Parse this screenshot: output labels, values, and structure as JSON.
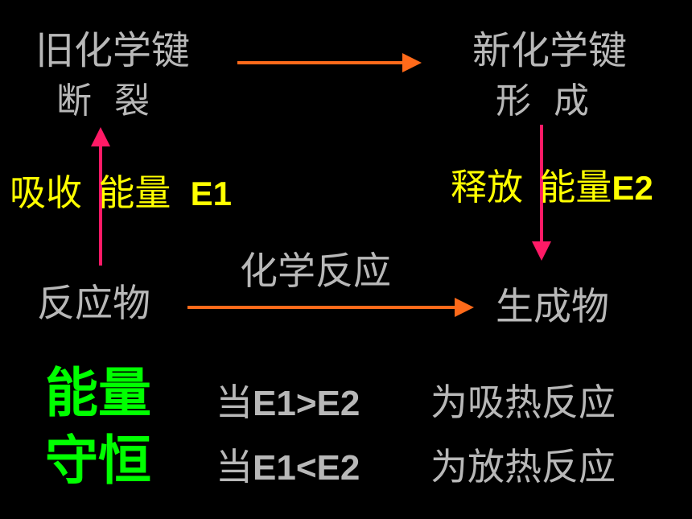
{
  "top_left": {
    "line1": "旧化学键",
    "line2": "断  裂"
  },
  "top_right": {
    "line1": "新化学键",
    "line2": "形  成"
  },
  "left_energy": {
    "label": "吸收",
    "energy": "能量",
    "symbol": "E1"
  },
  "right_energy": {
    "label": "释放",
    "energy": "能量",
    "symbol": "E2"
  },
  "bottom_left": "反应物",
  "bottom_middle": "化学反应",
  "bottom_right": "生成物",
  "conservation": {
    "line1": "能量",
    "line2": "守恒"
  },
  "rules": [
    {
      "when": "当",
      "condition": "E1>E2",
      "result": "为吸热反应"
    },
    {
      "when": "当",
      "condition": "E1<E2",
      "result": "为放热反应"
    }
  ],
  "colors": {
    "background": "#000000",
    "gray_text": "#b8b8b8",
    "yellow_text": "#ffff00",
    "green_text": "#00ff00",
    "vertical_arrow": "#ff1a66",
    "horizontal_arrow": "#ff6a1a"
  }
}
